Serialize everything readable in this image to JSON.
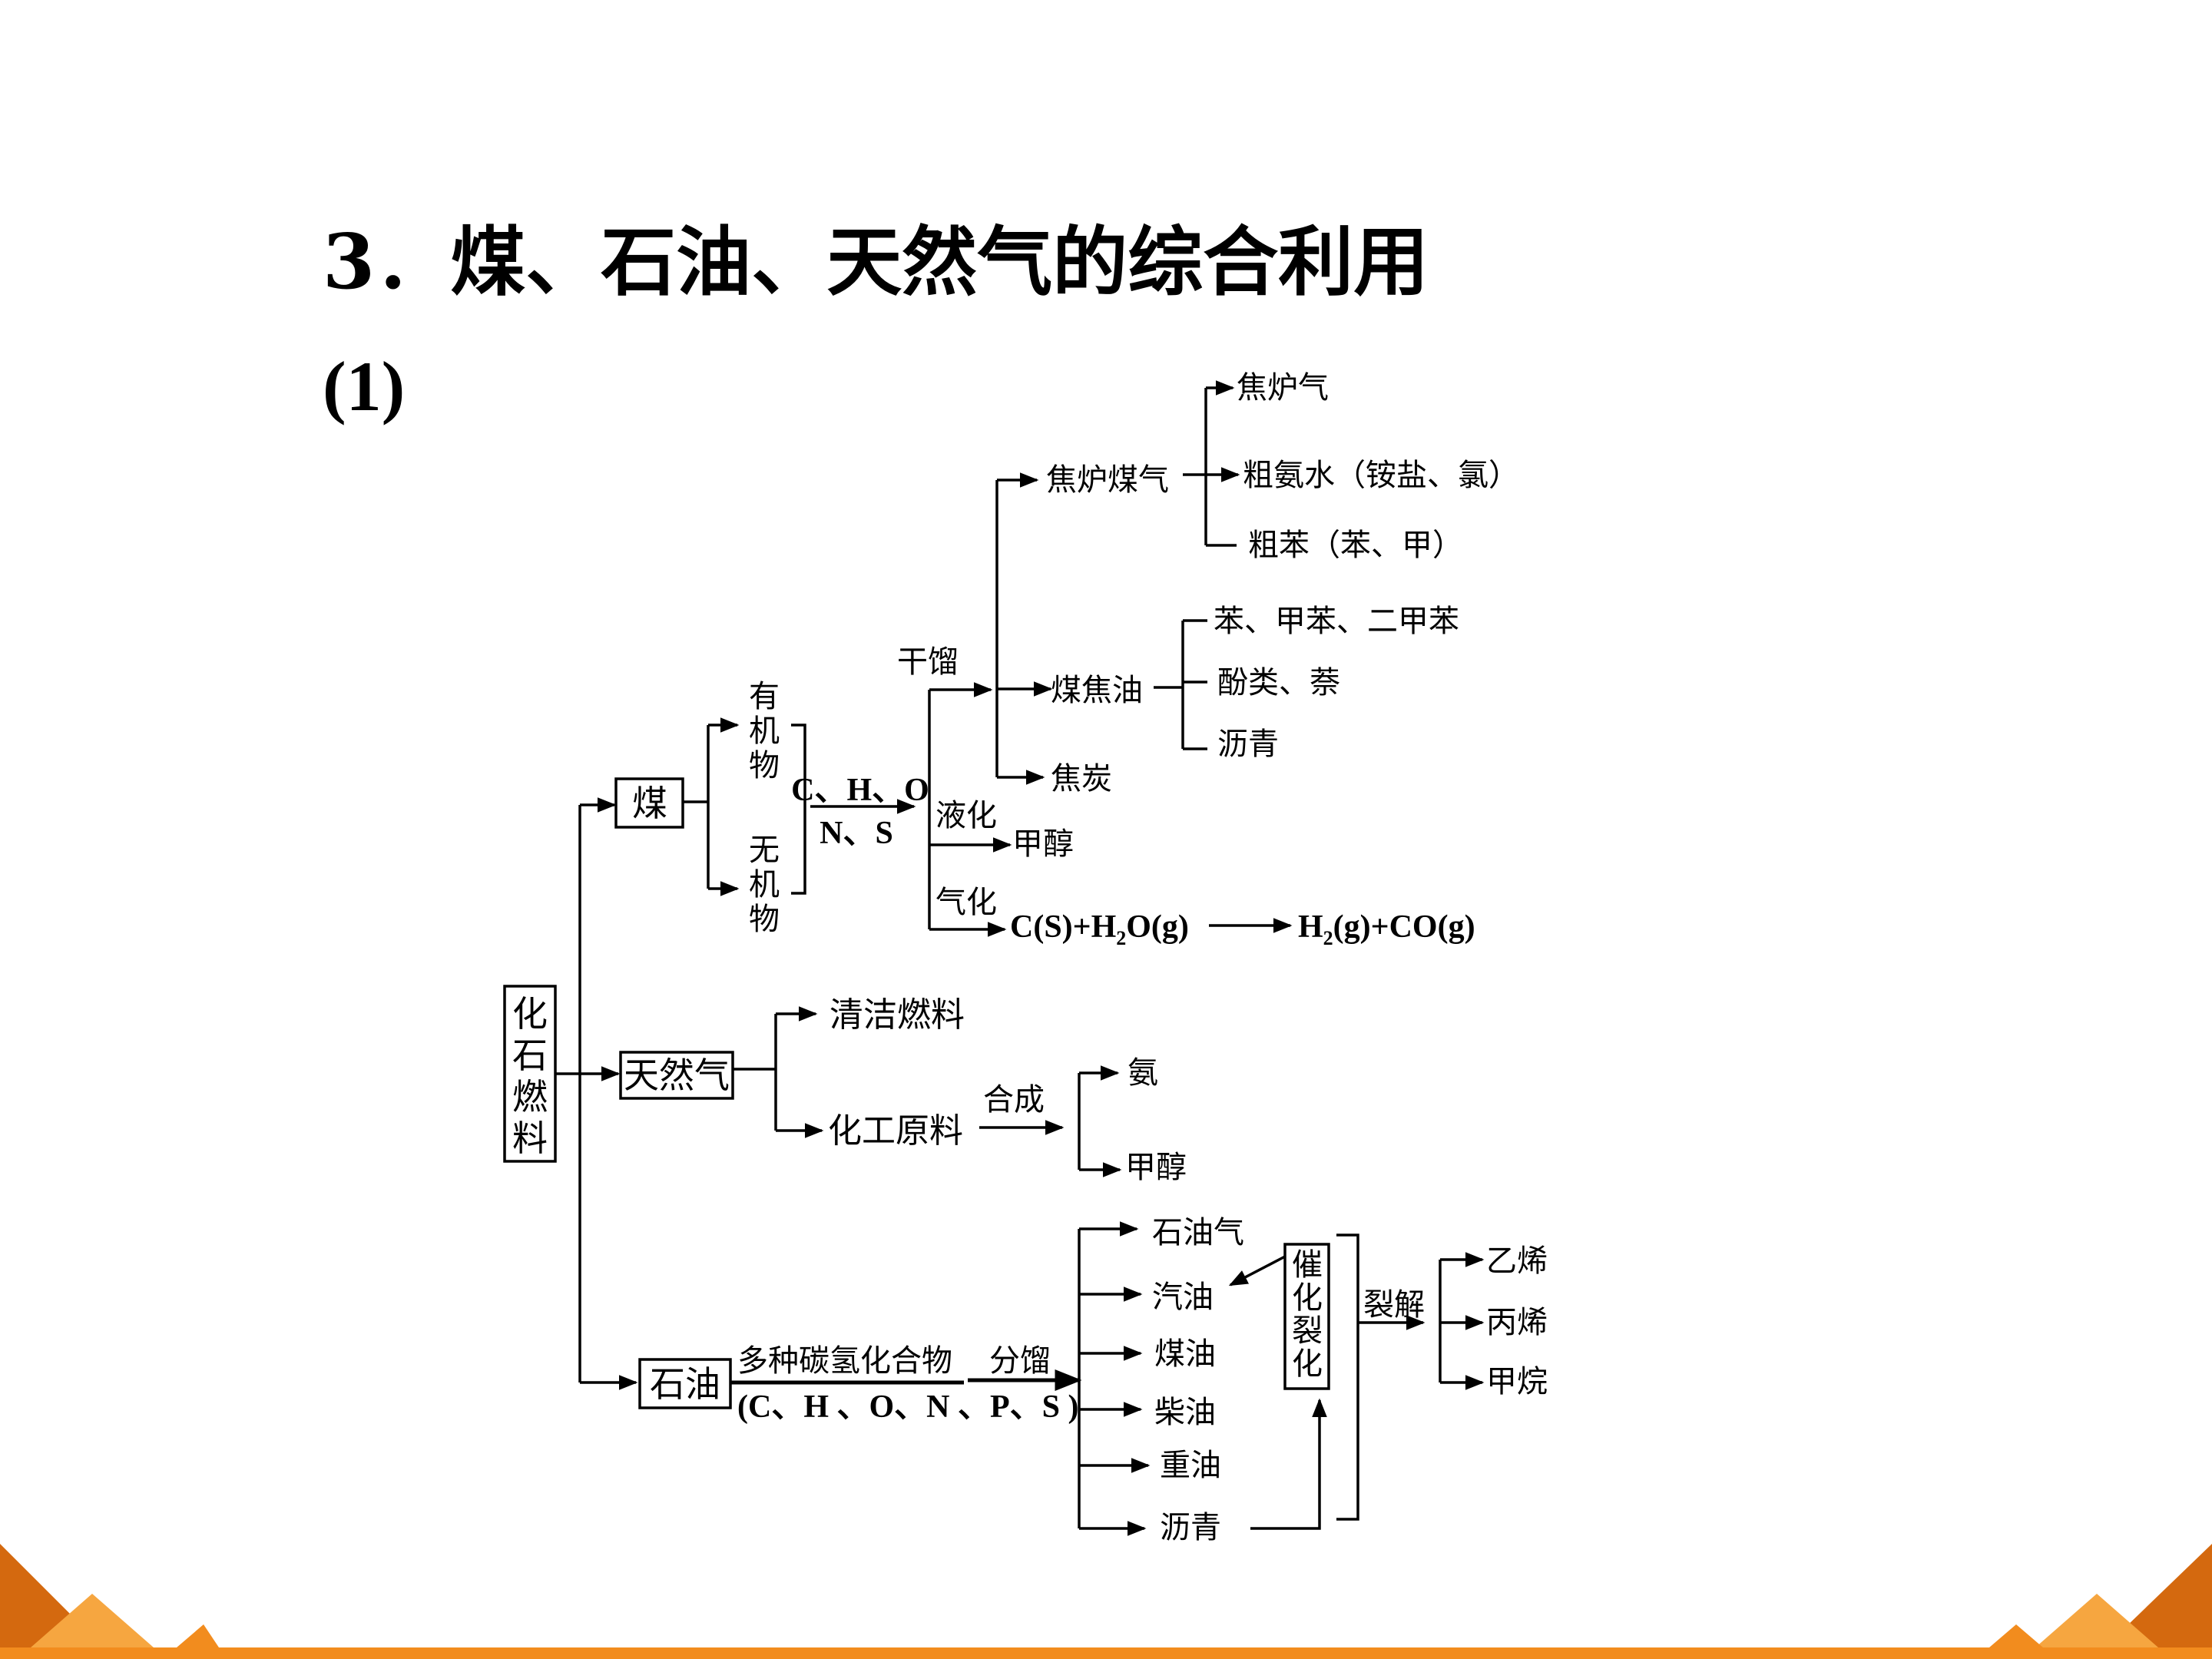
{
  "slide": {
    "title": "3．煤、石油、天然气的综合利用",
    "subtitle": "(1)"
  },
  "diagram": {
    "root": "化石燃料",
    "coal": {
      "label": "煤",
      "organic": "有机物",
      "inorganic": "无机物",
      "elements_top": "C、H、O",
      "elements_bottom": "N、S",
      "dry_distillation": "干馏",
      "liquefaction": "液化",
      "gasification": "气化",
      "coke_oven_gas": "焦炉煤气",
      "coke_oven_gas_items": [
        "焦炉气",
        "粗氨水（铵盐、氯）",
        "粗苯（苯、甲）"
      ],
      "coal_tar": "煤焦油",
      "coal_tar_items": [
        "苯、甲苯、二甲苯",
        "酚类、萘",
        "沥青"
      ],
      "coke": "焦炭",
      "methanol": "甲醇",
      "reaction_left": "C(S)+H",
      "reaction_left_sub": "2",
      "reaction_left_end": "O(g)",
      "reaction_right": "H",
      "reaction_right_sub": "2",
      "reaction_right_end": "(g)+CO(g)"
    },
    "natural_gas": {
      "label": "天然气",
      "clean_fuel": "清洁燃料",
      "chem_material": "化工原料",
      "synthesis": "合成",
      "products": [
        "氨",
        "甲醇"
      ]
    },
    "petroleum": {
      "label": "石油",
      "composition_top": "多种碳氢化合物",
      "composition_bottom": "(C、H 、O、N 、P、S )",
      "fractionation": "分馏",
      "fractions": [
        "石油气",
        "汽油",
        "煤油",
        "柴油",
        "重油",
        "沥青"
      ],
      "catalytic_cracking": "催化裂化",
      "cracking": "裂解",
      "cracking_products": [
        "乙烯",
        "丙烯",
        "甲烷"
      ]
    }
  },
  "decor": {
    "bottom_bar_color": "#f28c1e",
    "triangle_dark": "#d4690f",
    "triangle_light": "#f6a640"
  }
}
